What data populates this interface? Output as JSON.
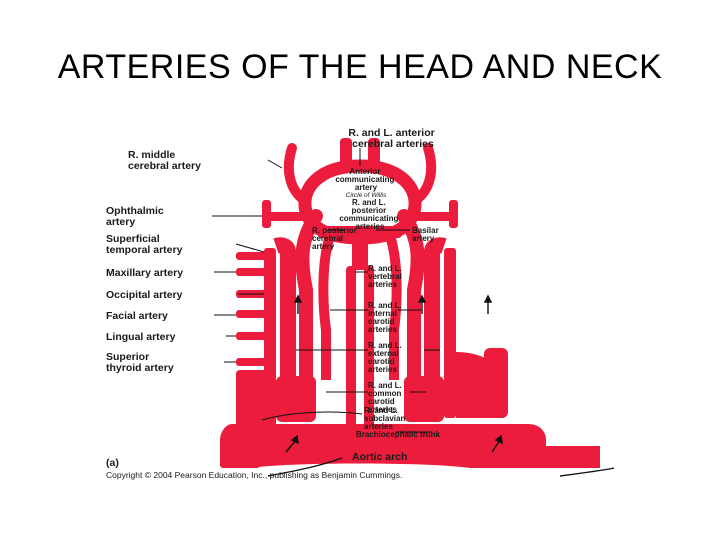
{
  "title": "ARTERIES OF THE HEAD AND NECK",
  "colors": {
    "artery": "#ec1c3c",
    "leader": "#111111",
    "background": "#ffffff"
  },
  "labels": {
    "anterior_cerebral": [
      "R. and L. anterior",
      "cerebral arteries"
    ],
    "middle_cerebral": [
      "R. middle",
      "cerebral artery"
    ],
    "anterior_communicating": [
      "Anterior",
      "communicating",
      "artery"
    ],
    "circle_of_willis": "Circle of Willis",
    "posterior_communicating": [
      "R. and L.",
      "posterior",
      "communicating",
      "arteries"
    ],
    "ophthalmic": [
      "Ophthalmic",
      "artery"
    ],
    "posterior_cerebral": [
      "R. posterior",
      "cerebral",
      "artery"
    ],
    "basilar": [
      "Basilar",
      "artery"
    ],
    "superficial_temporal": [
      "Superficial",
      "temporal artery"
    ],
    "maxillary": "Maxillary artery",
    "vertebral": [
      "R. and L.",
      "vertebral",
      "arteries"
    ],
    "occipital": "Occipital artery",
    "internal_carotid": [
      "R. and L.",
      "internal",
      "carotid",
      "arteries"
    ],
    "facial": "Facial artery",
    "lingual": "Lingual artery",
    "external_carotid": [
      "R. and L.",
      "external",
      "carotid",
      "arteries"
    ],
    "superior_thyroid": [
      "Superior",
      "thyroid artery"
    ],
    "common_carotid": [
      "R. and L.",
      "common",
      "carotid",
      "arteries"
    ],
    "subclavian": [
      "R. and L.",
      "subclavian",
      "arteries"
    ],
    "brachiocephalic": "Brachiocephalic trunk",
    "aortic_arch": "Aortic arch",
    "panel_letter": "(a)",
    "copyright": "Copyright © 2004 Pearson Education, Inc., publishing as Benjamin Cummings."
  }
}
